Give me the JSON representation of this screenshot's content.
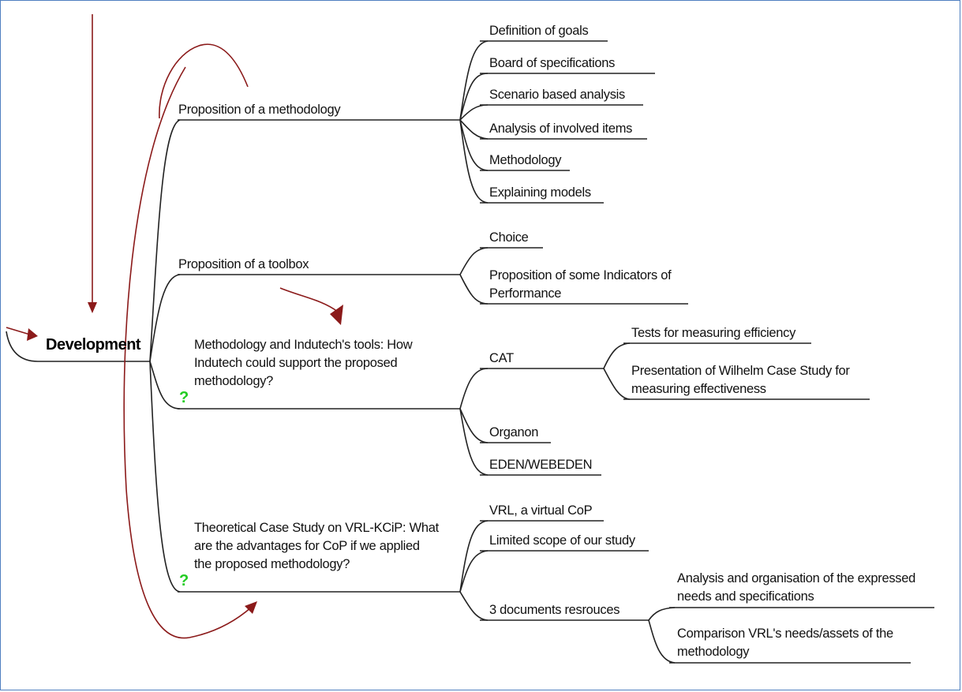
{
  "root": {
    "label": "Development"
  },
  "branches": [
    {
      "label": "Proposition of a methodology",
      "children": [
        {
          "label": "Definition of goals"
        },
        {
          "label": "Board of specifications"
        },
        {
          "label": "Scenario based analysis"
        },
        {
          "label": "Analysis of involved items"
        },
        {
          "label": "Methodology"
        },
        {
          "label": "Explaining models"
        }
      ]
    },
    {
      "label": "Proposition of a toolbox",
      "children": [
        {
          "label": "Choice"
        },
        {
          "label": "Proposition of some Indicators of Performance"
        }
      ]
    },
    {
      "label": "Methodology and Indutech's tools: How Indutech could support the proposed methodology?",
      "marker": "?",
      "children": [
        {
          "label": "CAT",
          "children": [
            {
              "label": "Tests for measuring efficiency"
            },
            {
              "label": "Presentation of Wilhelm Case Study for measuring effectiveness"
            }
          ]
        },
        {
          "label": "Organon"
        },
        {
          "label": "EDEN/WEBEDEN"
        }
      ]
    },
    {
      "label": "Theoretical Case Study on VRL-KCiP: What are the advantages for CoP if we applied the proposed methodology?",
      "marker": "?",
      "children": [
        {
          "label": "VRL, a virtual CoP"
        },
        {
          "label": "Limited scope of our study"
        },
        {
          "label": "3 documents resrouces",
          "children": [
            {
              "label": "Analysis and organisation of the expressed needs and specifications"
            },
            {
              "label": "Comparison VRL's needs/assets of the methodology"
            }
          ]
        }
      ]
    }
  ],
  "colors": {
    "line": "#222222",
    "arrow": "#8b1a1a",
    "marker": "#22cc22",
    "border": "#4f7fc0"
  }
}
